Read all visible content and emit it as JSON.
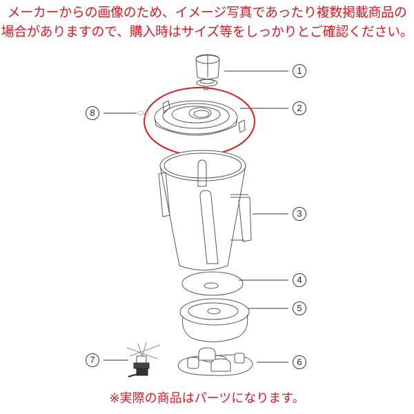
{
  "notice": {
    "line1": "メーカーからの画像のため、イメージ写真であったり複数掲載商品の",
    "line2": "場合がありますので、購入時はサイズ等をしっかりとご確認ください。",
    "color": "#e8141e"
  },
  "footer": {
    "text": "※実際の商品はパーツになります。"
  },
  "diagram": {
    "subject": "blender container exploded parts diagram",
    "highlight": {
      "part": "2",
      "shape": "red-ellipse",
      "color": "#e01a1a"
    },
    "callouts": [
      {
        "label": "1",
        "part": "lid cap"
      },
      {
        "label": "2",
        "part": "lid"
      },
      {
        "label": "3",
        "part": "container jar"
      },
      {
        "label": "4",
        "part": "gasket"
      },
      {
        "label": "5",
        "part": "retainer base"
      },
      {
        "label": "6",
        "part": "drive pad"
      },
      {
        "label": "7",
        "part": "blade assembly"
      },
      {
        "label": "8",
        "part": "lid clips"
      }
    ]
  }
}
